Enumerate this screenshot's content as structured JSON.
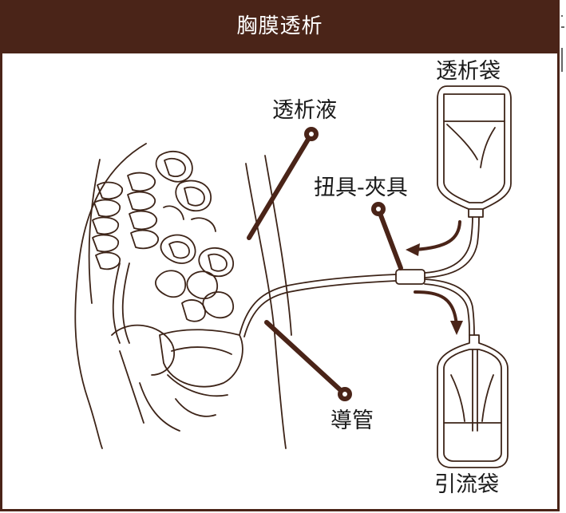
{
  "title": "胸膜透析",
  "labels": {
    "dialysis_bag": "透析袋",
    "dialysate": "透析液",
    "twist_clamp": "扭具-夾具",
    "catheter": "導管",
    "drain_bag": "引流袋"
  },
  "colors": {
    "header": "#4a2418",
    "leader": "#4a2418",
    "outline": "#3d2418"
  }
}
